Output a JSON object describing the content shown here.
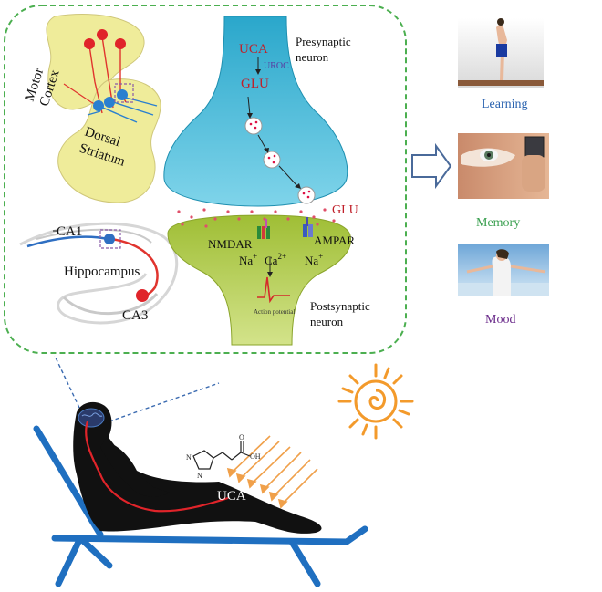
{
  "labels": {
    "motor_cortex": [
      "Motor",
      "Cortex"
    ],
    "dorsal_striatum": [
      "Dorsal",
      "Striatum"
    ],
    "ca1": "CA1",
    "hippocampus": "Hippocampus",
    "ca3": "CA3",
    "uca_top": "UCA",
    "uroc": "UROC",
    "glu_top": "GLU",
    "presynaptic": [
      "Presynaptic",
      "neuron"
    ],
    "glu_cleft": "GLU",
    "nmdar": "NMDAR",
    "ampar": "AMPAR",
    "na_left": "Na",
    "ca": "Ca",
    "ca_sup": "2+",
    "na_right": "Na",
    "plus": "+",
    "action_potential": "Action potential",
    "postsynaptic": [
      "Postsynaptic",
      "neuron"
    ],
    "uca_body": "UCA",
    "learning": "Learning",
    "memory": "Memory",
    "mood": "Mood"
  },
  "colors": {
    "dashed_frame": "#4caf50",
    "presynaptic_fill": "#3bb6d3",
    "postsynaptic_fill": "#b7cf4a",
    "brain_region_fill": "#efec9a",
    "learning_text": "#2a63b0",
    "memory_text": "#3aa050",
    "mood_text": "#6a2a8a",
    "chair": "#1f6fc0",
    "sun": "#f39a2b"
  }
}
